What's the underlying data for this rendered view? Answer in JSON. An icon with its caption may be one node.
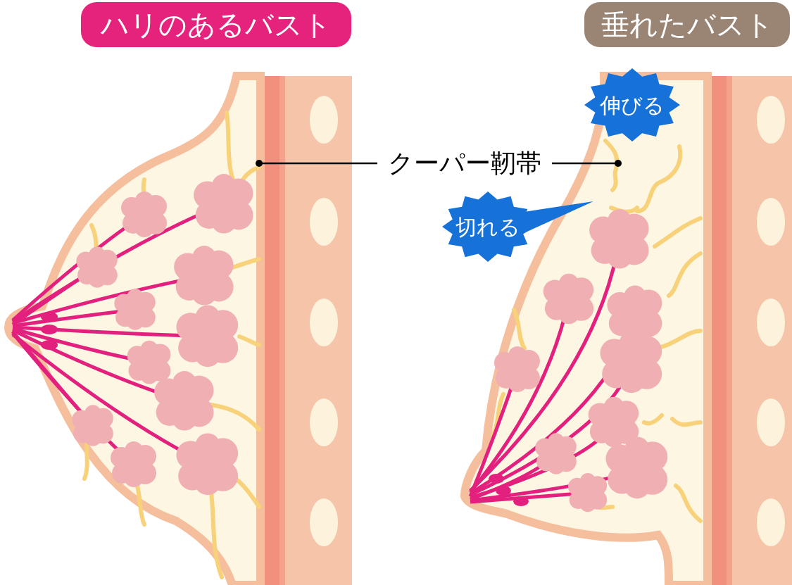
{
  "diagram": {
    "nodes": [
      {
        "text": [
          "ハリのあるバスト"
        ]
      },
      {
        "text": [
          "垂れたバスト"
        ]
      },
      {
        "text": [
          "クーパー靭帯"
        ]
      },
      {
        "text": [
          "伸びる"
        ]
      },
      {
        "text": [
          "切れる"
        ]
      }
    ],
    "edges": [
      {
        "from": 2,
        "to": null,
        "arrow": "other"
      },
      {
        "from": 2,
        "to": null,
        "arrow": "other"
      }
    ]
  }
}
